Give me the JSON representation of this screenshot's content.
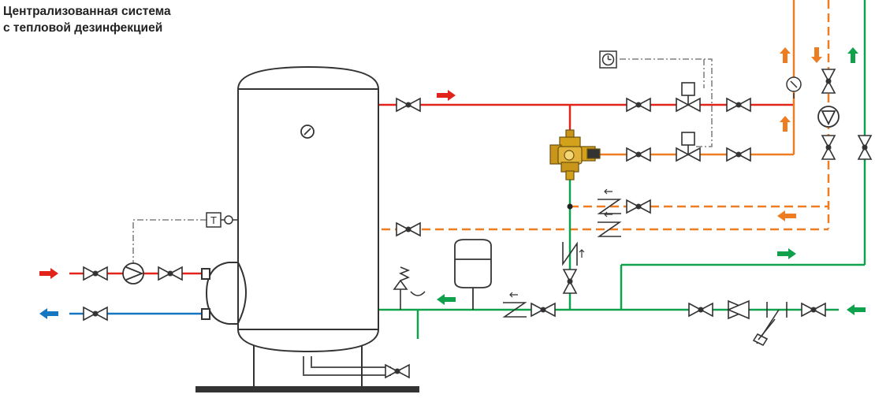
{
  "title": {
    "line1": "Централизованная система",
    "line2": "с тепловой дезинфекцией"
  },
  "colors": {
    "hot": "#e2231a",
    "circulation": "#ee7d22",
    "cold": "#0fa14b",
    "heating_return": "#1577c1",
    "auxiliary": "#555555",
    "equipment_outline": "#333333",
    "mixing_valve": "#d4a21a"
  },
  "symbols": {
    "thermostat": "Т"
  },
  "icons": [
    "timer-icon",
    "pressure-gauge-icon",
    "temperature-sensor-icon",
    "circulation-pump-icon",
    "ball-valve-icon",
    "check-valve-icon",
    "solenoid-valve-icon",
    "safety-valve-icon",
    "expansion-vessel-icon",
    "thermostatic-mixing-valve-icon",
    "flow-arrow-icon",
    "filter-icon"
  ]
}
